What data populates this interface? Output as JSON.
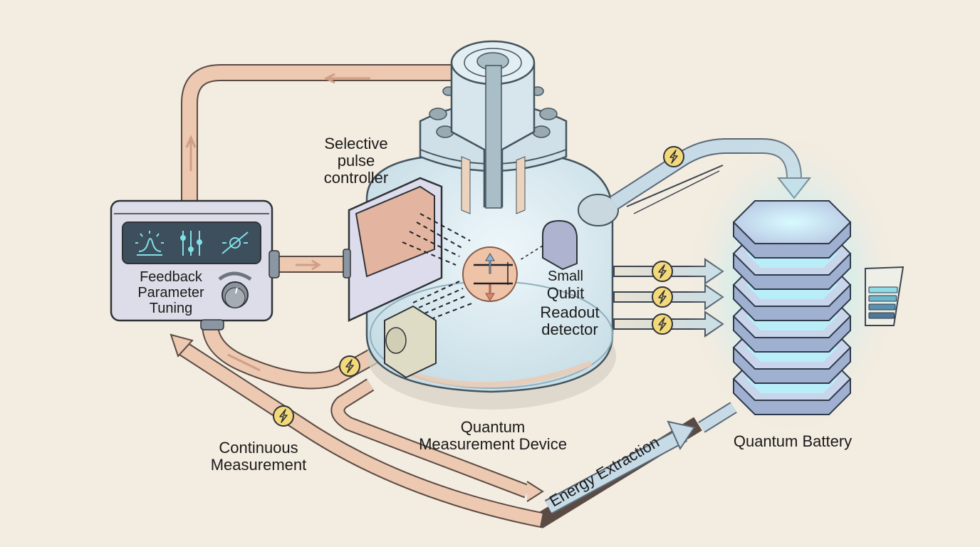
{
  "title": "Quantum Measurement-Driven Battery Charging",
  "labels": {
    "feedback": [
      "Feedback",
      "Parameter",
      "Tuning"
    ],
    "pulse_controller": [
      "Selective",
      "pulse",
      "controller"
    ],
    "qubit": [
      "Small",
      "Qubit"
    ],
    "readout": [
      "Readout",
      "detector"
    ],
    "device": [
      "Quantum",
      "Measurement Device"
    ],
    "battery": "Quantum Battery",
    "continuous": [
      "Continuous",
      "Measurement"
    ],
    "energy_extraction": "Energy Extraction"
  },
  "feedback_panel_icons": [
    "gaussian-pulse-icon",
    "sliders-icon",
    "phase-dial-icon"
  ],
  "battery_gauge": {
    "filled_bars": 4,
    "total_bars": 4
  },
  "battery_cells": 6,
  "colors": {
    "background": "#f3ece0",
    "feedback_pipe": "#ecc9b0",
    "energy_pipe": "#c6dbe6",
    "bolt_badge": "#f4d97a",
    "glow": "#7fe6f5",
    "screen": "#3d4f5c",
    "screen_icon": "#7fe0e8"
  }
}
